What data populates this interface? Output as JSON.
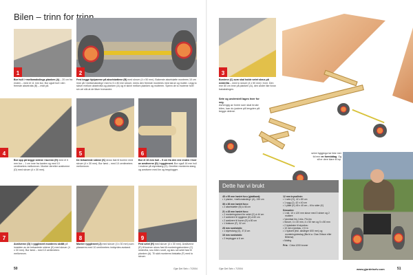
{
  "title": "Bilen – trinn for trinn",
  "steps": [
    {
      "n": "1",
      "bold": "Bor hull i «mellomakslings-planken (A)",
      "text": " – 20 cm fra enden – med et 11 mm bor. Bor også hull i den fremste akselrotta (B) – midt på."
    },
    {
      "n": "2",
      "bold": "Fest begge hjulparene på akselstøttene (B)",
      "text": " med skruer (4 x 50 mm). Bakerste akselstøtte monteres 10 cm inne på «mellomaksling» med to 5 x 80 mm skruer, mens den fremste monteres med skrue og mutter. Legg to skiver mellom akselrotta og planken (A) og ei skive mellom planken og mutteren. Spenn de to mutrene hver sin vei slik at de låser hverandre."
    },
    {
      "n": "3",
      "bold": "Bordene (C) som skal holde setet skrus på nedenfra",
      "text": " – med to skruer (4 x 50 mm) i hver. Den ene 80 cm inne på planken (A), den andre like foran bakakslingen."
    },
    {
      "n": "4",
      "bold": "Bor opp på begge sidene i burenn (H)",
      "text": " med et 5 mm bor – 1 cm inne fra kanten og med 10 centimeters mellomrom. Monter deretter avstiverne (D) med skruer (4 x 30 mm)."
    },
    {
      "n": "5",
      "bold": "De trekantede sidene (K)",
      "text": " skrus fast til burenn med skruer (4 x 30 mm). Bor først – med 10 centimeters mellomrom."
    },
    {
      "n": "6",
      "bold": "Bor et 16 mm hull – 5 cm fra den ene enden i hver av avstiverne (D) i ryggleneet.",
      "text": " Bor også 16 mm hull i endene på styrestang (G). Deretter monteres stang og avstivere med lim og trepplugger."
    },
    {
      "n": "7",
      "bold": "Avstiverne (D) i ryggleneet monteres skrått",
      "text": " på innsiden av de trekantede sidene (K) med skruer (4 x 30 mm). Bor først – med 10 centimeters mellomrom."
    },
    {
      "n": "8",
      "bold": "Monter ryggleneet (J)",
      "text": " med skruer (4 x 30 mm) som plasseres med 10 centimeters innbyrdes avstand."
    },
    {
      "n": "9",
      "bold": "Fest setet (H)",
      "text": " med skruer (4 x 30 mm). Avstiverne (E) til buenen skrus fast til monteringsbordene (C) nedenfra, snu bilen rundt, og skru så setet fast til planken (A). Til slutt monteres fotstøtta (F) med to skruer."
    }
  ],
  "sidebar_note": {
    "heading": "Sete og understell lages hver for seg.",
    "text": "Avhengig av hvem som skal bruke bilen, kan du justere på lengden på begge delene."
  },
  "photo_caption": {
    "pre": "selve byggingа tar ikke mer tid enn ",
    "bold": "en formiddag",
    "post": ". Og så er dere klare til lop."
  },
  "materials": {
    "heading": "Dette har vi brukt",
    "groups_left": [
      {
        "title": "45 x 95 mm høvlet furu (glattkant):",
        "items": [
          "1 planke, «mellomaksling» (A), 150 cm"
        ]
      },
      {
        "title": "36 x 36 mm høvlet furu:",
        "items": [
          "2 akselstøtter (B) à 46 cm"
        ]
      },
      {
        "title": "21 x 45 mm høvlet furu:",
        "items": [
          "2 monteringsbord for setet (C) à 44 cm",
          "2 avstivere til ryggiene (D) à 60 cm",
          "2 avstivere til burnn (E) à 80 cm",
          "1 fotstone (F), 32 cm"
        ]
      },
      {
        "title": "28 mm rundstokk:",
        "items": [
          "1 styrestang (G), 37,8 cm"
        ]
      },
      {
        "title": "16 mm rundstokk:",
        "items": [
          "2 treplugger à 6 cm"
        ]
      }
    ],
    "groups_right": [
      {
        "title": "12 mm kryssfinér:",
        "items": [
          "1 sete (H), 42 x 80 cm",
          "1 rygg (J), 42 x 40 cm",
          "1 plate (K) 45 x 40 cm – til to sider (K)"
        ]
      },
      {
        "title": "Dessuten:",
        "items": [
          "1 stk. 10 x 120 mm skrue med 3 skiver og 2 muttere",
          "Vannfast lim, f.eks. PU-lim",
          "Skruer, 4 x 30 mm, 4 x 50 mm og 5 x 80 mm",
          "2 hjulaksler til styreknu",
          "10 mm nylontau, 2,5 m",
          "1 hjulsett (inkl. akslinger 600 mm) og monteringsbeslag (fås bl.a. Clas Ohlson eller Biltema)",
          "Maling"
        ]
      }
    ],
    "price_label": "Pris:",
    "price": "Cirka 1200 kroner"
  },
  "footer": {
    "left_page": "50",
    "left_mag": "Gjør Det Selv • 7/2004",
    "right_mag": "Gjør Det Selv • 7/2004",
    "url": "www.gjordetselv.com",
    "right_page": "51"
  },
  "colors": {
    "accent": "#d81e1e",
    "box_header": "#7a7a7a",
    "box_bg": "#d9d9d9"
  }
}
